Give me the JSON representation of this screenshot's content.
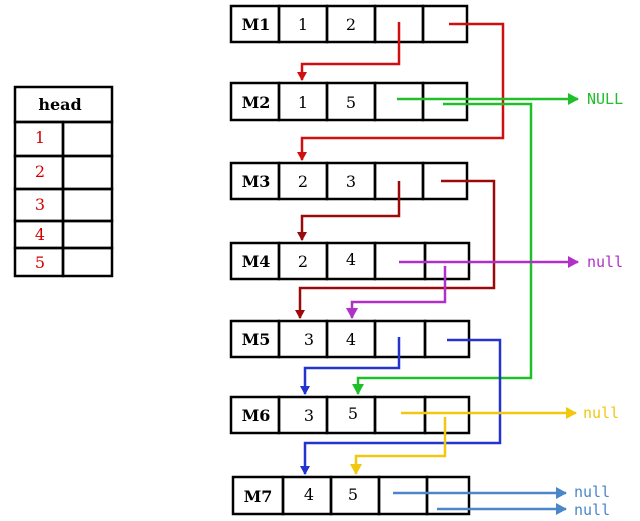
{
  "head_table": {
    "title": "head",
    "rows": [
      "1",
      "2",
      "3",
      "4",
      "5"
    ]
  },
  "records": [
    {
      "label": "M1",
      "a": "1",
      "b": "2"
    },
    {
      "label": "M2",
      "a": "1",
      "b": "5"
    },
    {
      "label": "M3",
      "a": "2",
      "b": "3"
    },
    {
      "label": "M4",
      "a": "2",
      "b": "4"
    },
    {
      "label": "M5",
      "a": "3",
      "b": "4"
    },
    {
      "label": "M6",
      "a": "3",
      "b": "5"
    },
    {
      "label": "M7",
      "a": "4",
      "b": "5"
    }
  ],
  "null_labels": {
    "green": "NULL",
    "purple": "null",
    "yellow": "null",
    "blue_1": "null",
    "blue_2": "null"
  },
  "colors": {
    "red": "#d01010",
    "dark_red": "#9a0a0a",
    "green": "#1fbf2a",
    "purple": "#b030c8",
    "blue": "#2233d0",
    "yellow": "#f0c810",
    "steel_blue": "#4a86c8",
    "index_red": "#d10000"
  }
}
